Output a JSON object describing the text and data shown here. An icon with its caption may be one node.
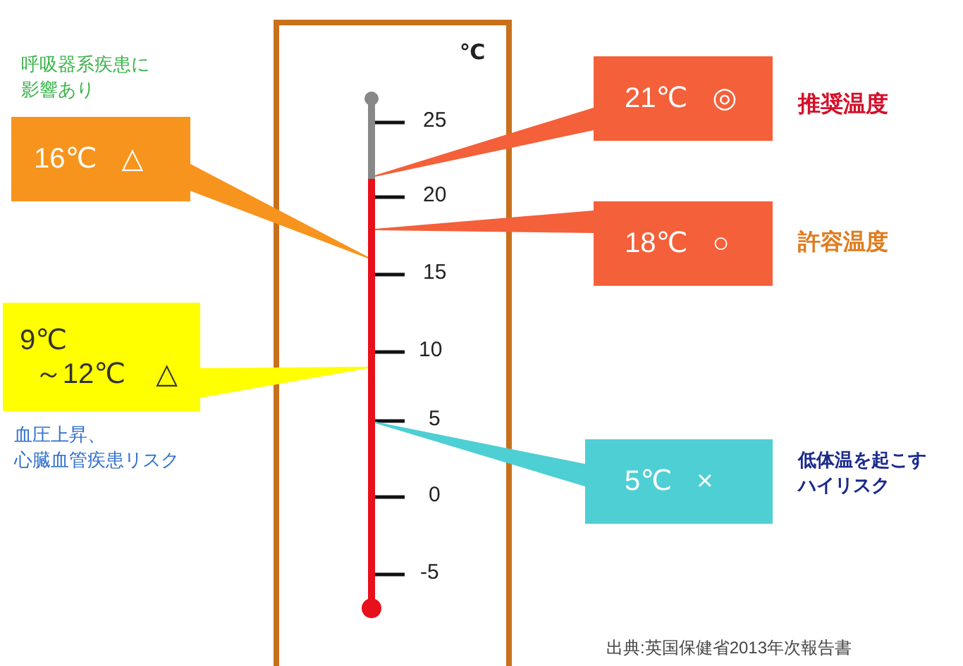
{
  "diagram": {
    "nodes": [
      {
        "text": [
          "16℃ △"
        ],
        "beside": [
          "呼吸器系疾患に影響あり"
        ]
      },
      {
        "text": [
          "9℃ ～12℃ △"
        ],
        "beside": [
          "血圧上昇、心臓血管疾患リスク"
        ]
      },
      {
        "text": [
          "21℃ ◎"
        ],
        "beside": [
          "推奨温度"
        ]
      },
      {
        "text": [
          "18℃ ○"
        ],
        "beside": [
          "許容温度"
        ]
      },
      {
        "text": [
          "5℃ ×"
        ],
        "beside": [
          "低体温を起こすハイリスク"
        ]
      },
      {
        "text": [],
        "shape": "bar"
      }
    ],
    "edges": [
      {
        "from": 0,
        "to": 5,
        "arrow": "none"
      },
      {
        "from": 1,
        "to": 5,
        "arrow": "none"
      },
      {
        "from": 2,
        "to": 5,
        "arrow": "none"
      },
      {
        "from": 3,
        "to": 5,
        "arrow": "none"
      },
      {
        "from": 4,
        "to": 5,
        "arrow": "none"
      }
    ],
    "labels": [
      "℃",
      "25",
      "20",
      "15",
      "10",
      "5",
      "0",
      "-5",
      "出典:英国保健省2013年次報告書"
    ]
  }
}
